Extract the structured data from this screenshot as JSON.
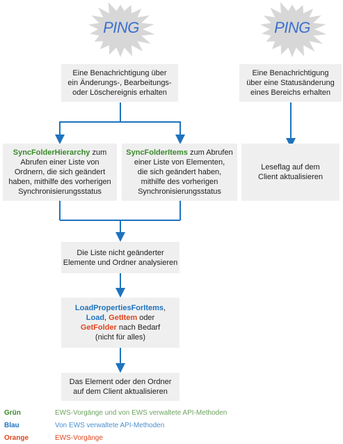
{
  "ping_left": "PING",
  "ping_right": "PING",
  "box_notify_change": [
    "Eine Benachrichtigung über",
    "ein Änderungs-, Bearbeitungs-",
    "oder Löschereignis erhalten"
  ],
  "box_notify_status": [
    "Eine Benachrichtigung",
    "über eine Statusänderung",
    "eines Bereichs erhalten"
  ],
  "box_sync_hierarchy": {
    "method": "SyncFolderHierarchy",
    "first_rest": " zum",
    "lines": [
      "Abrufen einer Liste von",
      "Ordnern, die sich geändert",
      "haben, mithilfe des vorherigen",
      "Synchronisierungsstatus"
    ]
  },
  "box_sync_items": {
    "method": "SyncFolderItems",
    "first_rest": " zum Abrufen",
    "lines": [
      "einer Liste von Elementen,",
      "die sich geändert haben,",
      "mithilfe des vorherigen",
      "Synchronisierungsstatus"
    ]
  },
  "box_readflag": [
    "Leseflag auf dem",
    "Client aktualisieren"
  ],
  "box_analyze": [
    "Die Liste nicht geänderter",
    "Elemente und Ordner analysieren"
  ],
  "box_load": {
    "method_load_props": "LoadPropertiesForItems",
    "comma1": ",",
    "method_load": "Load",
    "comma2": ", ",
    "method_getitem": "GetItem",
    "oder": " oder",
    "method_getfolder": "GetFolder",
    "nach_bedarf": " nach Bedarf",
    "note": "(nicht für alles)"
  },
  "box_update": [
    "Das Element oder den Ordner",
    "auf dem Client aktualisieren"
  ],
  "legend": [
    {
      "key": "Grün",
      "text": "EWS-Vorgänge und von EWS verwaltete API-Methoden"
    },
    {
      "key": "Blau",
      "text": "Von EWS verwaltete API-Methoden"
    },
    {
      "key": "Orange",
      "text": "EWS-Vorgänge"
    }
  ],
  "colors": {
    "green": "#3a8a2a",
    "blue": "#1e73be",
    "orange": "#e0451f",
    "arrow": "#1e73be",
    "box_fill": "#efefef",
    "burst_fill": "#d7d7d7"
  }
}
